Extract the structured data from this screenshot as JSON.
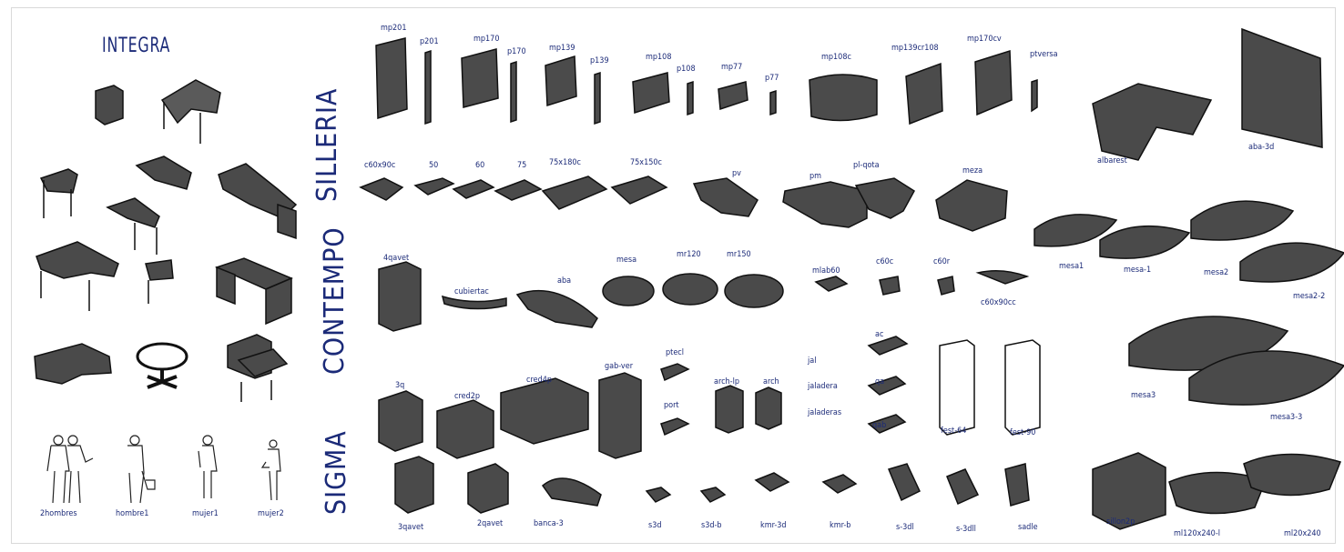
{
  "colors": {
    "label": "#1b2a78",
    "furniture_dark": "#3c3c3c",
    "furniture_top": "#5e5e5e",
    "furniture_edge": "#111111"
  },
  "sections": {
    "integra": "INTEGRA",
    "silleria": "SILLERIA",
    "contempo": "CONTEMPO",
    "sigma": "SIGMA"
  },
  "labels": {
    "mp201": "mp201",
    "p201": "p201",
    "mp170": "mp170",
    "p170": "p170",
    "mp139": "mp139",
    "p139": "p139",
    "mp108": "mp108",
    "p108": "p108",
    "mp77": "mp77",
    "p77": "p77",
    "mp108c": "mp108c",
    "mp139cr108": "mp139cr108",
    "mp170cv": "mp170cv",
    "ptversa": "ptversa",
    "albarest": "albarest",
    "aba3d": "aba-3d",
    "c60x90c": "c60x90c",
    "s50": "50",
    "s60": "60",
    "s75": "75",
    "s75x180c": "75x180c",
    "s75x150c": "75x150c",
    "pv": "pv",
    "pm": "pm",
    "plrqota": "pl-qota",
    "meza": "meza",
    "mesa1": "mesa1",
    "mesa11": "mesa-1",
    "mesa2": "mesa2",
    "mesa22": "mesa2-2",
    "mesa3": "mesa3",
    "mesa33": "mesa3-3",
    "quart4": "4qavet",
    "cubiertac": "cubiertac",
    "aba": "aba",
    "mesa": "mesa",
    "mr120": "mr120",
    "mr150": "mr150",
    "mlab60": "mlab60",
    "c60c": "c60c",
    "c60r": "c60r",
    "c60x90cc": "c60x90cc",
    "q3": "3q",
    "cred2p": "cred2p",
    "cred4p": "cred4p",
    "gab_ver": "gab-ver",
    "ptecl": "ptecl",
    "port": "port",
    "archlp": "arch-lp",
    "arch": "arch",
    "jal": "jal",
    "jaladera": "jaladera",
    "jaladeras": "jaladeras",
    "ac": "ac",
    "qa": "qa",
    "qab": "qab",
    "fest64": "fest-64",
    "fest90": "fest-90",
    "quart3": "3qavet",
    "quart2": "2qavet",
    "banca3": "banca-3",
    "s3d": "s3d",
    "s3db": "s3d-b",
    "kmr3d": "kmr-3d",
    "kmrb": "kmr-b",
    "s3dl": "s-3dl",
    "s3dll": "s-3dll",
    "sadle": "sadle",
    "sillon2p": "sillon2p",
    "ml120x240l": "ml120x240-l",
    "ml20x240": "ml20x240",
    "hombres2": "2hombres",
    "hombre1": "hombre1",
    "mujer1": "mujer1",
    "mujer2": "mujer2"
  }
}
